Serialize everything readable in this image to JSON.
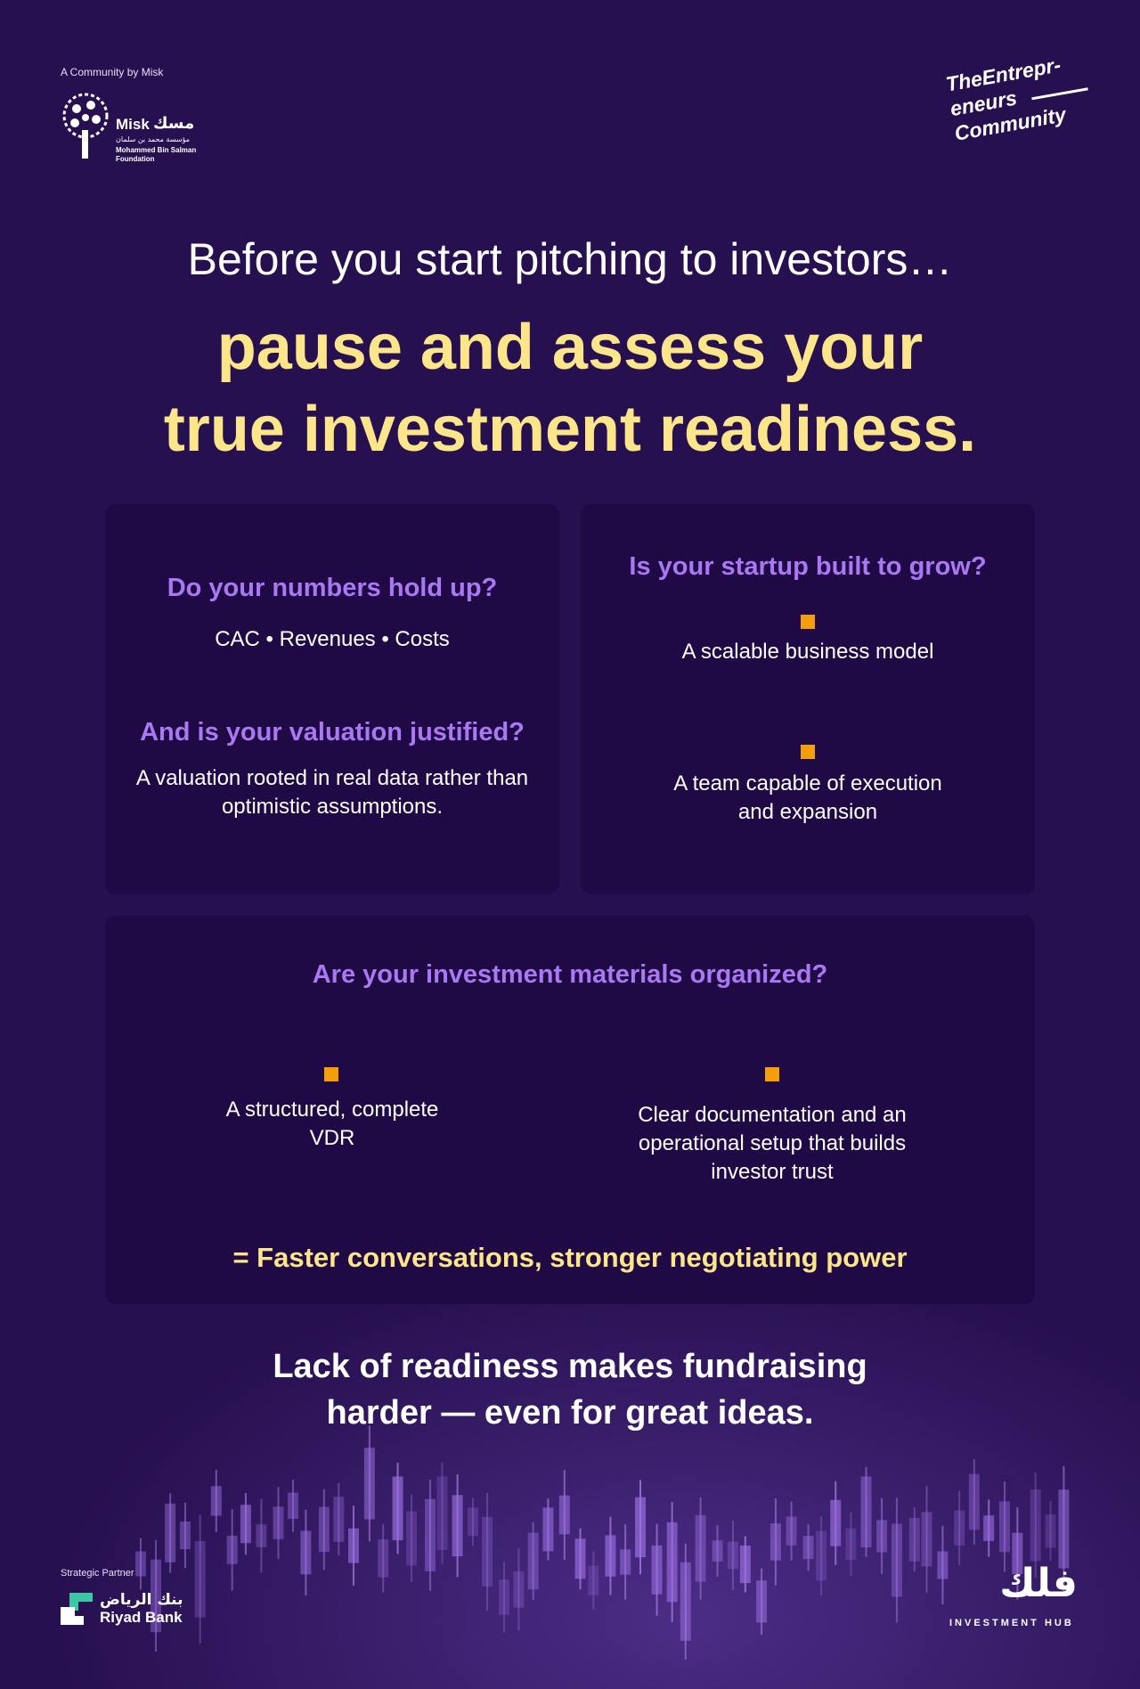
{
  "header": {
    "community_by": "A Community by Misk",
    "misk_logo": {
      "name_en": "Misk",
      "name_ar": "مسك",
      "subtitle_ar": "مؤسسة محمد بن سلمان",
      "subtitle_en": "Mohammed Bin Salman Foundation"
    },
    "tec_logo": {
      "line1": "TheEntrepr-",
      "line2": "eneurs",
      "line3": "Community"
    }
  },
  "hero": {
    "intro": "Before you start pitching to investors…",
    "headline_line1": "pause and assess your",
    "headline_line2": "true investment readiness."
  },
  "card_numbers": {
    "question1": "Do your numbers hold up?",
    "metrics": "CAC • Revenues • Costs",
    "question2": "And is your valuation justified?",
    "answer2": "A valuation rooted in real data rather than optimistic assumptions."
  },
  "card_growth": {
    "question": "Is your startup built to grow?",
    "point1": "A scalable business model",
    "point2": "A team capable of execution and expansion"
  },
  "card_materials": {
    "question": "Are your investment materials organized?",
    "point1": "A structured, complete VDR",
    "point2": "Clear documentation and an operational setup that builds investor trust",
    "conclusion": "= Faster conversations, stronger negotiating power"
  },
  "tagline": {
    "line1": "Lack of readiness makes fundraising",
    "line2": "harder — even for great ideas."
  },
  "footer": {
    "partner_label": "Strategic Partner",
    "riyad_ar": "بنك الرياض",
    "riyad_en": "Riyad Bank",
    "falak_ar": "فلك",
    "falak_en": "INVESTMENT HUB"
  },
  "colors": {
    "background": "#271050",
    "card": "#200a45",
    "accent_yellow": "#fde68a",
    "accent_purple": "#a978f2",
    "bullet_orange": "#f59e0b"
  }
}
